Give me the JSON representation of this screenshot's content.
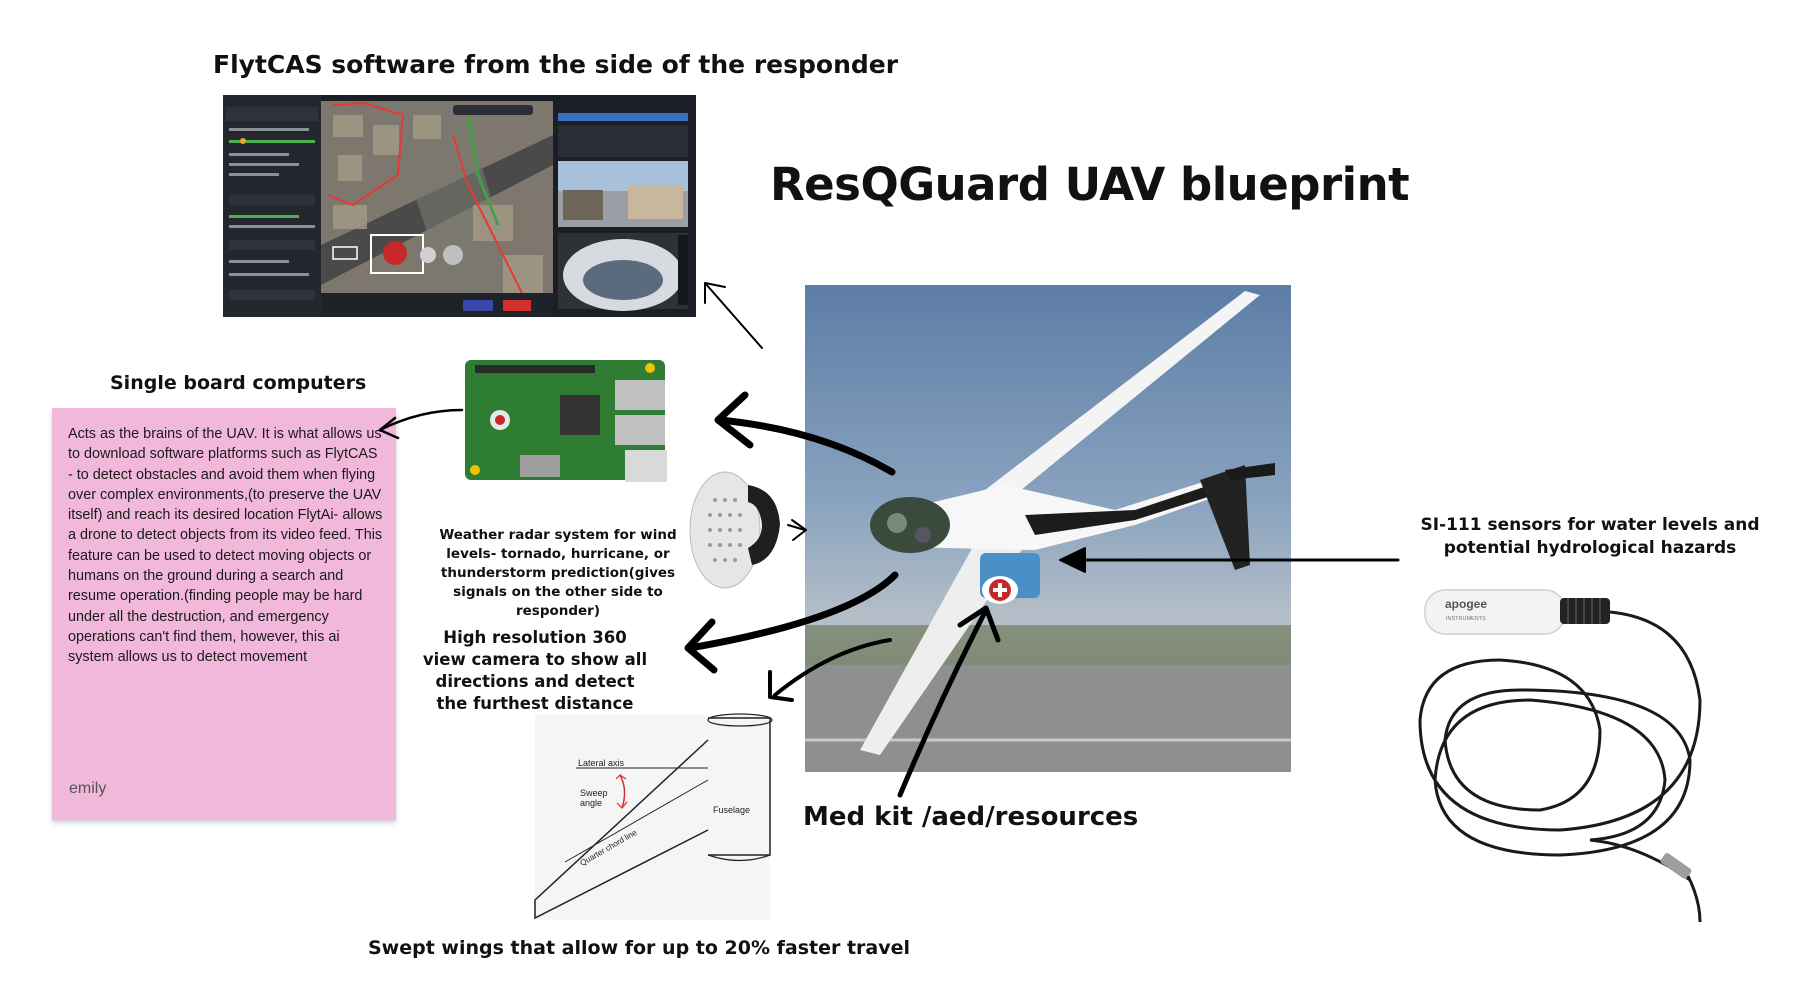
{
  "title": "ResQGuard UAV blueprint",
  "flytcas": {
    "heading": "FlytCAS software from the side of the responder"
  },
  "sbc": {
    "heading": "Single board computers",
    "note_text": "Acts as the brains of the UAV. It is what allows us to download software platforms such as FlytCAS - to detect obstacles and avoid them when flying over complex environments,(to preserve the UAV itself) and reach its desired location FlytAi- allows a drone to detect objects from its video feed. This feature can be used to detect moving objects or humans on the ground during a search and resume operation.(finding people may be hard under all the destruction, and emergency operations can't find them, however, this ai system allows us to detect movement",
    "note_author": "emily",
    "note_color": "#f2b8dc"
  },
  "weather": {
    "caption": "Weather radar system for wind levels- tornado, hurricane, or thunderstorm prediction(gives signals on the other side to responder)"
  },
  "camera": {
    "caption": "High resolution 360 view camera to show all directions and detect the furthest distance"
  },
  "medkit": {
    "caption": "Med kit /aed/resources"
  },
  "swept": {
    "caption": "Swept wings that allow for up to 20% faster travel",
    "diagram_labels": {
      "lateral_axis": "Lateral axis",
      "sweep_angle_line1": "Sweep",
      "sweep_angle_line2": "angle",
      "fuselage": "Fuselage",
      "quarter_chord": "Quarter chord line"
    }
  },
  "sensor": {
    "caption": "SI-111 sensors for water levels and potential hydrological hazards",
    "brand": "apogee",
    "brand_sub": "INSTRUMENTS"
  },
  "icons": {
    "arrows": "hand-drawn-arrow-icon",
    "medkit": "red-cross-icon"
  }
}
